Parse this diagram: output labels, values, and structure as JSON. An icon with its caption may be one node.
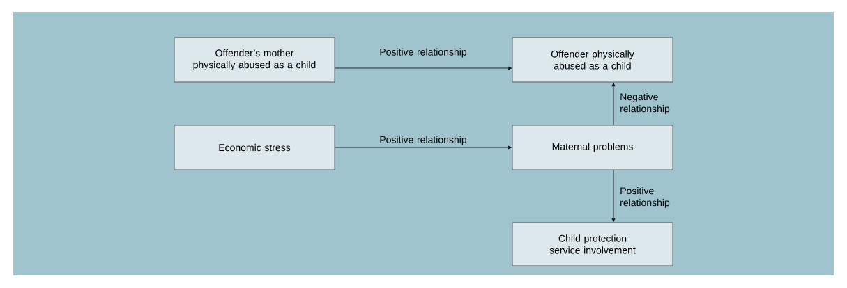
{
  "diagram": {
    "nodes": [
      {
        "text": [
          "Offender’s mother physically abused as a child"
        ]
      },
      {
        "text": [
          "Offender physically abused as a child"
        ]
      },
      {
        "text": [
          "Economic stress"
        ]
      },
      {
        "text": [
          "Maternal problems"
        ]
      },
      {
        "text": [
          "Child protection service involvement"
        ]
      }
    ],
    "edges": [
      {
        "from": 0,
        "to": 1,
        "arrow": "to",
        "label": "Positive relationship"
      },
      {
        "from": 2,
        "to": 3,
        "arrow": "to",
        "label": "Positive relationship"
      },
      {
        "from": 3,
        "to": 1,
        "arrow": "to",
        "label": "Negative relationship"
      },
      {
        "from": 3,
        "to": 4,
        "arrow": "to",
        "label": "Positive relationship"
      }
    ]
  }
}
